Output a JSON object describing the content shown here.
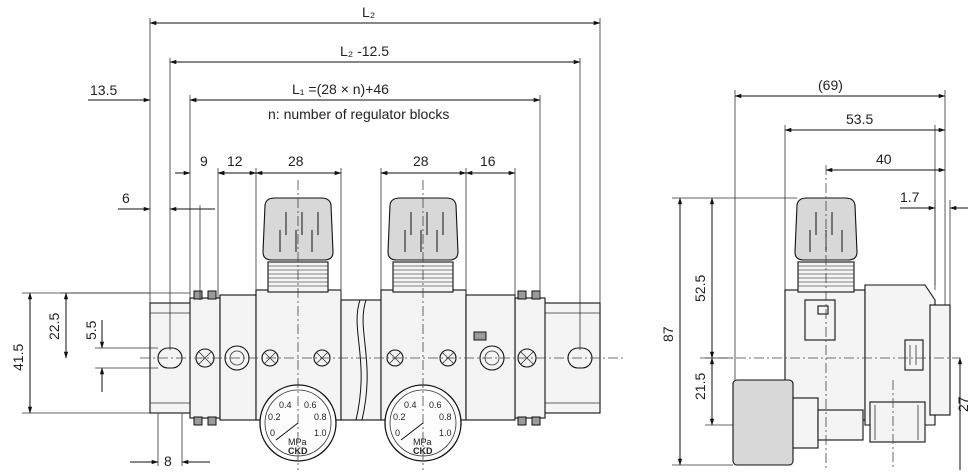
{
  "front_view": {
    "dims": {
      "l2": "L₂",
      "l2_minus": "L₂ -12.5",
      "l1_formula": "L₁ =(28 × n)+46",
      "n_note": "n: number of regulator blocks",
      "d13_5": "13.5",
      "d9": "9",
      "d12": "12",
      "d28a": "28",
      "d28b": "28",
      "d16": "16",
      "d6": "6",
      "d41_5": "41.5",
      "d22_5": "22.5",
      "d5_5": "5.5",
      "d8": "8"
    },
    "gauge_labels": {
      "t04": "0.4",
      "t06": "0.6",
      "t02": "0.2",
      "t08": "0.8",
      "t0": "0",
      "t10": "1.0",
      "unit": "MPa",
      "brand": "CKD"
    }
  },
  "side_view": {
    "dims": {
      "d69": "(69)",
      "d53_5": "53.5",
      "d40": "40",
      "d1_7": "1.7",
      "d87": "87",
      "d52_5": "52.5",
      "d21_5": "21.5",
      "d27": "27"
    }
  }
}
